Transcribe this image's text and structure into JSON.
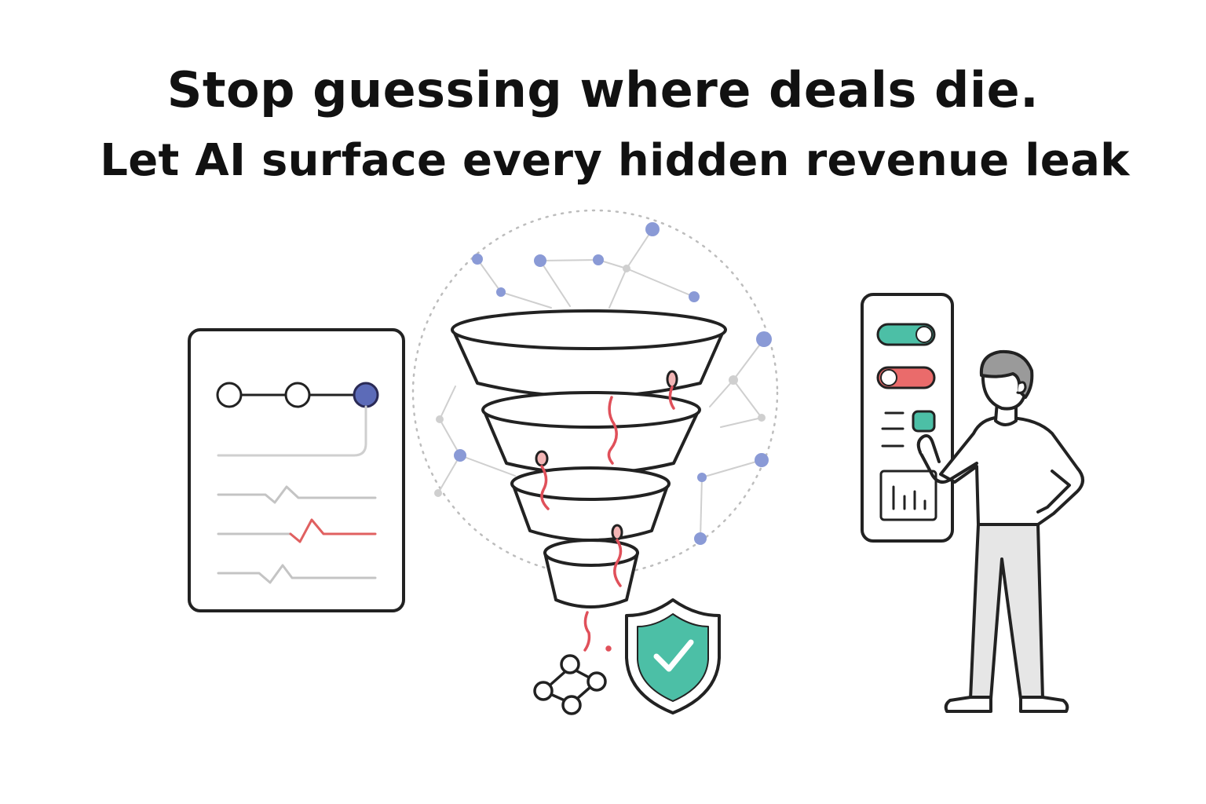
{
  "headline": {
    "line1": "Stop guessing where deals die.",
    "line2": "Let AI surface every hidden revenue leak"
  },
  "colors": {
    "ink": "#222222",
    "accent_blue": "#8a9ad6",
    "accent_blue_dark": "#5c6bb8",
    "leak_red": "#e0505a",
    "toggle_red": "#ea6b6b",
    "success_teal": "#4cbfa6",
    "muted_gray": "#c8c8c8",
    "pants_gray": "#e6e6e6",
    "hair_gray": "#9a9a9a"
  },
  "icons": {
    "left_panel": "timeline-and-signal-chart",
    "center": "leaking-sales-funnel",
    "shield": "shield-check-icon",
    "network": "share-nodes-icon",
    "right_panel": "control-panel-with-toggles",
    "person": "person-pressing-button"
  },
  "control_panel": {
    "toggle_1_state": "on",
    "toggle_2_state": "off"
  }
}
